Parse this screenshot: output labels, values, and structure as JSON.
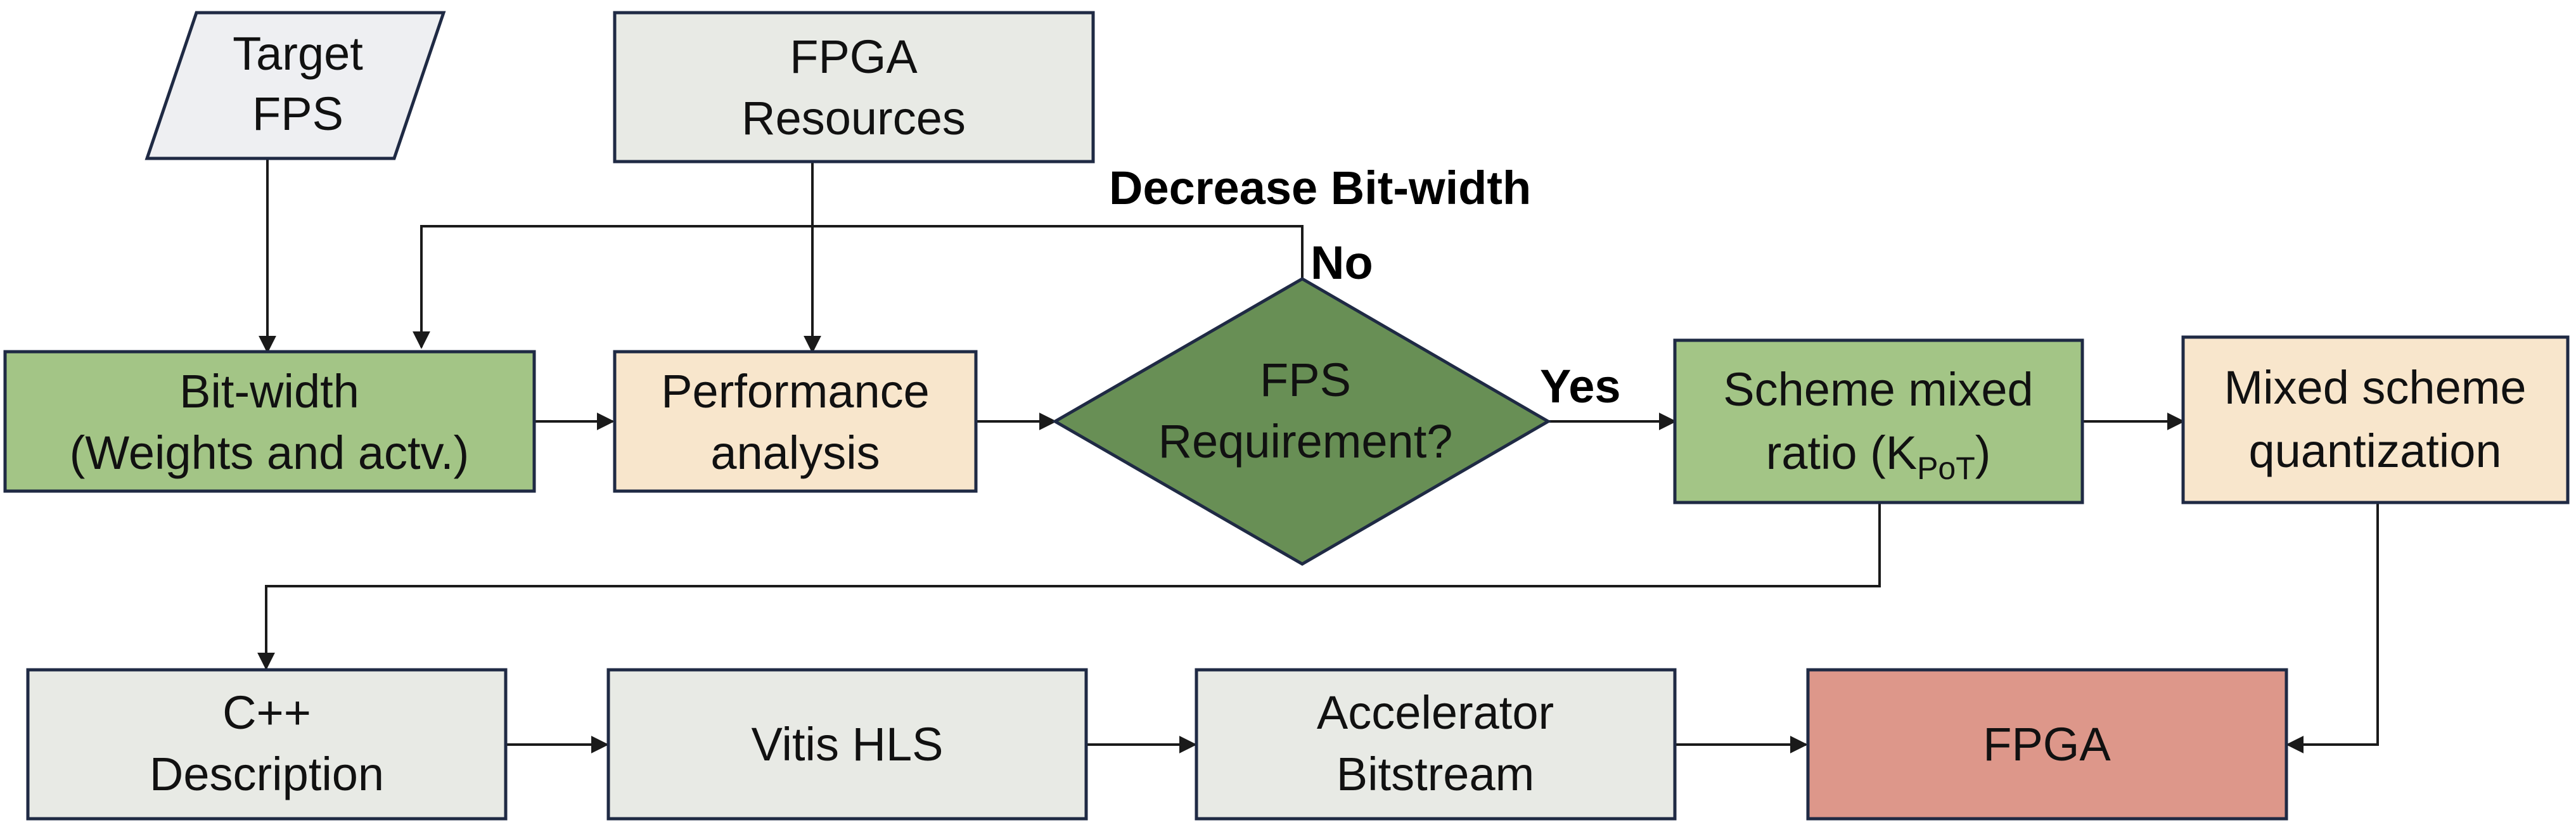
{
  "colors": {
    "input": "#eeeff2",
    "resource": "#e8eae5",
    "green": "#a3c586",
    "orange": "#f8e6cc",
    "decision": "#688f55",
    "fpga": "#dd978a",
    "gray": "#e8eae5",
    "border": "#1f2a44"
  },
  "nodes": {
    "target_fps": {
      "line1": "Target",
      "line2": "FPS"
    },
    "fpga_resources": {
      "line1": "FPGA",
      "line2": "Resources"
    },
    "bit_width": {
      "line1": "Bit-width",
      "line2": "(Weights and actv.)"
    },
    "performance": {
      "line1": "Performance",
      "line2": "analysis"
    },
    "decision": {
      "line1": "FPS",
      "line2": "Requirement?"
    },
    "scheme_ratio": {
      "line1": "Scheme mixed",
      "line2_pre": "ratio (K",
      "line2_sub": "PoT",
      "line2_post": ")"
    },
    "mixed_quant": {
      "line1": "Mixed scheme",
      "line2": "quantization"
    },
    "cpp": {
      "line1": "C++",
      "line2": "Description"
    },
    "vitis": {
      "line1": "Vitis HLS"
    },
    "bitstream": {
      "line1": "Accelerator",
      "line2": "Bitstream"
    },
    "fpga": {
      "line1": "FPGA"
    }
  },
  "edge_labels": {
    "decrease": "Decrease Bit-width",
    "no": "No",
    "yes": "Yes"
  }
}
